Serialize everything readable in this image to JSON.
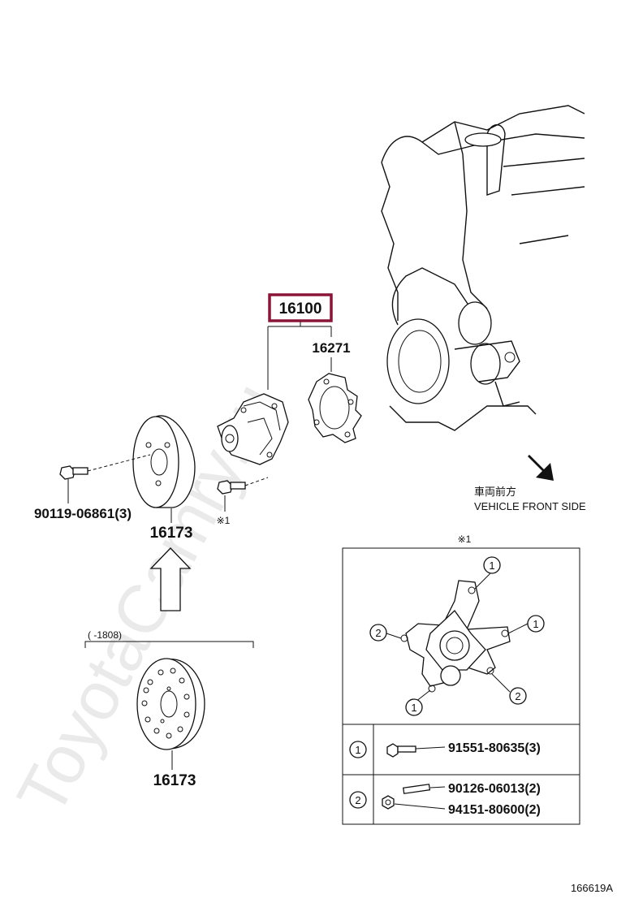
{
  "watermark": "ToyotaCamry.ru",
  "parts": {
    "water_pump": "16100",
    "gasket": "16271",
    "pulley_upper": "16173",
    "pulley_lower": "16173",
    "pulley_bolt": "90119-06861(3)"
  },
  "notes": {
    "ref_mark_bolt": "※1",
    "ref_mark_box": "※1",
    "date_range": "(      -1808)"
  },
  "front_side": {
    "japanese": "車両前方",
    "english": "VEHICLE FRONT SIDE"
  },
  "detail_table": {
    "rows": [
      {
        "index": "1",
        "parts": [
          "91551-80635(3)"
        ]
      },
      {
        "index": "2",
        "parts": [
          "90126-06013(2)",
          "94151-80600(2)"
        ]
      }
    ],
    "callouts": [
      "1",
      "1",
      "1",
      "2",
      "2"
    ]
  },
  "diagram_id": "166619A",
  "colors": {
    "highlight": "#8b1538"
  }
}
